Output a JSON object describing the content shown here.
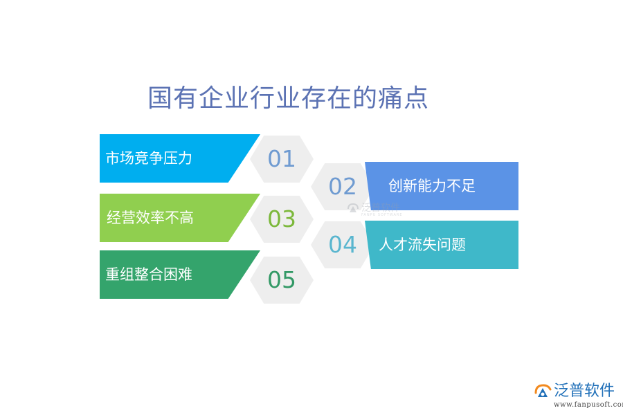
{
  "title": "国有企业行业存在的痛点",
  "items": [
    {
      "number": "01",
      "label": "市场竞争压力",
      "color": "#00aeef",
      "number_color": "#6f9bd1"
    },
    {
      "number": "02",
      "label": "创新能力不足",
      "color": "#5b93e6",
      "number_color": "#6f9bd1"
    },
    {
      "number": "03",
      "label": "经营效率不高",
      "color": "#90cf4f",
      "number_color": "#7cb83b"
    },
    {
      "number": "04",
      "label": "人才流失问题",
      "color": "#3fb8c9",
      "number_color": "#5ab6cf"
    },
    {
      "number": "05",
      "label": "重组整合困难",
      "color": "#34a46c",
      "number_color": "#339966"
    }
  ],
  "watermark": {
    "name": "泛普软件",
    "sub": "FANPU SOFTWARE"
  },
  "brand": {
    "name": "泛普软件",
    "url": "www.fanpusoft.com",
    "accent": "#1f6fb8"
  }
}
